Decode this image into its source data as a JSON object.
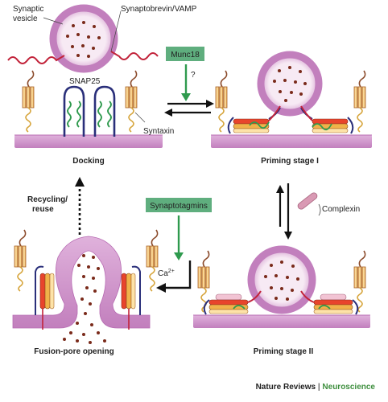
{
  "labels": {
    "synaptic_vesicle_1": "Synaptic",
    "synaptic_vesicle_2": "vesicle",
    "synaptobrevin": "Synaptobrevin/VAMP",
    "snap25": "SNAP25",
    "syntaxin": "Syntaxin",
    "munc18": "Munc18",
    "question": "?",
    "docking": "Docking",
    "priming1": "Priming stage I",
    "complexin": "Complexin",
    "recycling_1": "Recycling/",
    "recycling_2": "reuse",
    "synaptotagmins": "Synaptotagmins",
    "calcium": "Ca",
    "calcium_sup": "2+",
    "fusion": "Fusion-pore opening",
    "priming2": "Priming stage II",
    "credit_a": "Nature Reviews",
    "credit_sep": " | ",
    "credit_b": "Neuroscience"
  },
  "colors": {
    "membrane": "#c98fc4",
    "membrane_edge": "#9b5aa0",
    "vesicle_fill": "#f6e9f3",
    "dots": "#7a2a1a",
    "factor_box": "#5fae7e",
    "arrow_green": "#2f9a4e",
    "complexin": "#d99ab4",
    "brand_green": "#3f8f3f"
  }
}
